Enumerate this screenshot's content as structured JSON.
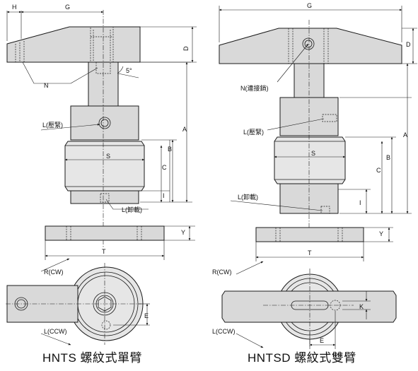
{
  "left": {
    "labels": {
      "H": "H",
      "G": "G",
      "D": "D",
      "N": "N",
      "angle": "5°",
      "L_press": "L(壓緊)",
      "A": "A",
      "B": "B",
      "S": "S",
      "C": "C",
      "I": "I",
      "L_release": "L(卸載)",
      "Y": "Y",
      "T": "T",
      "R": "R(CW)",
      "E": "E",
      "L_ccw": "L(CCW)"
    },
    "caption": "HNTS 螺紋式單臂"
  },
  "right": {
    "labels": {
      "G": "G",
      "D": "D",
      "N": "N(連接銷)",
      "L_press": "L(壓緊)",
      "A": "A",
      "B": "B",
      "S": "S",
      "C": "C",
      "I": "I",
      "L_release": "L(卸載)",
      "Y": "Y",
      "T": "T",
      "R": "R(CW)",
      "K": "K",
      "E": "E",
      "L_ccw": "L(CCW)"
    },
    "caption": "HNTSD 螺紋式雙臂"
  }
}
